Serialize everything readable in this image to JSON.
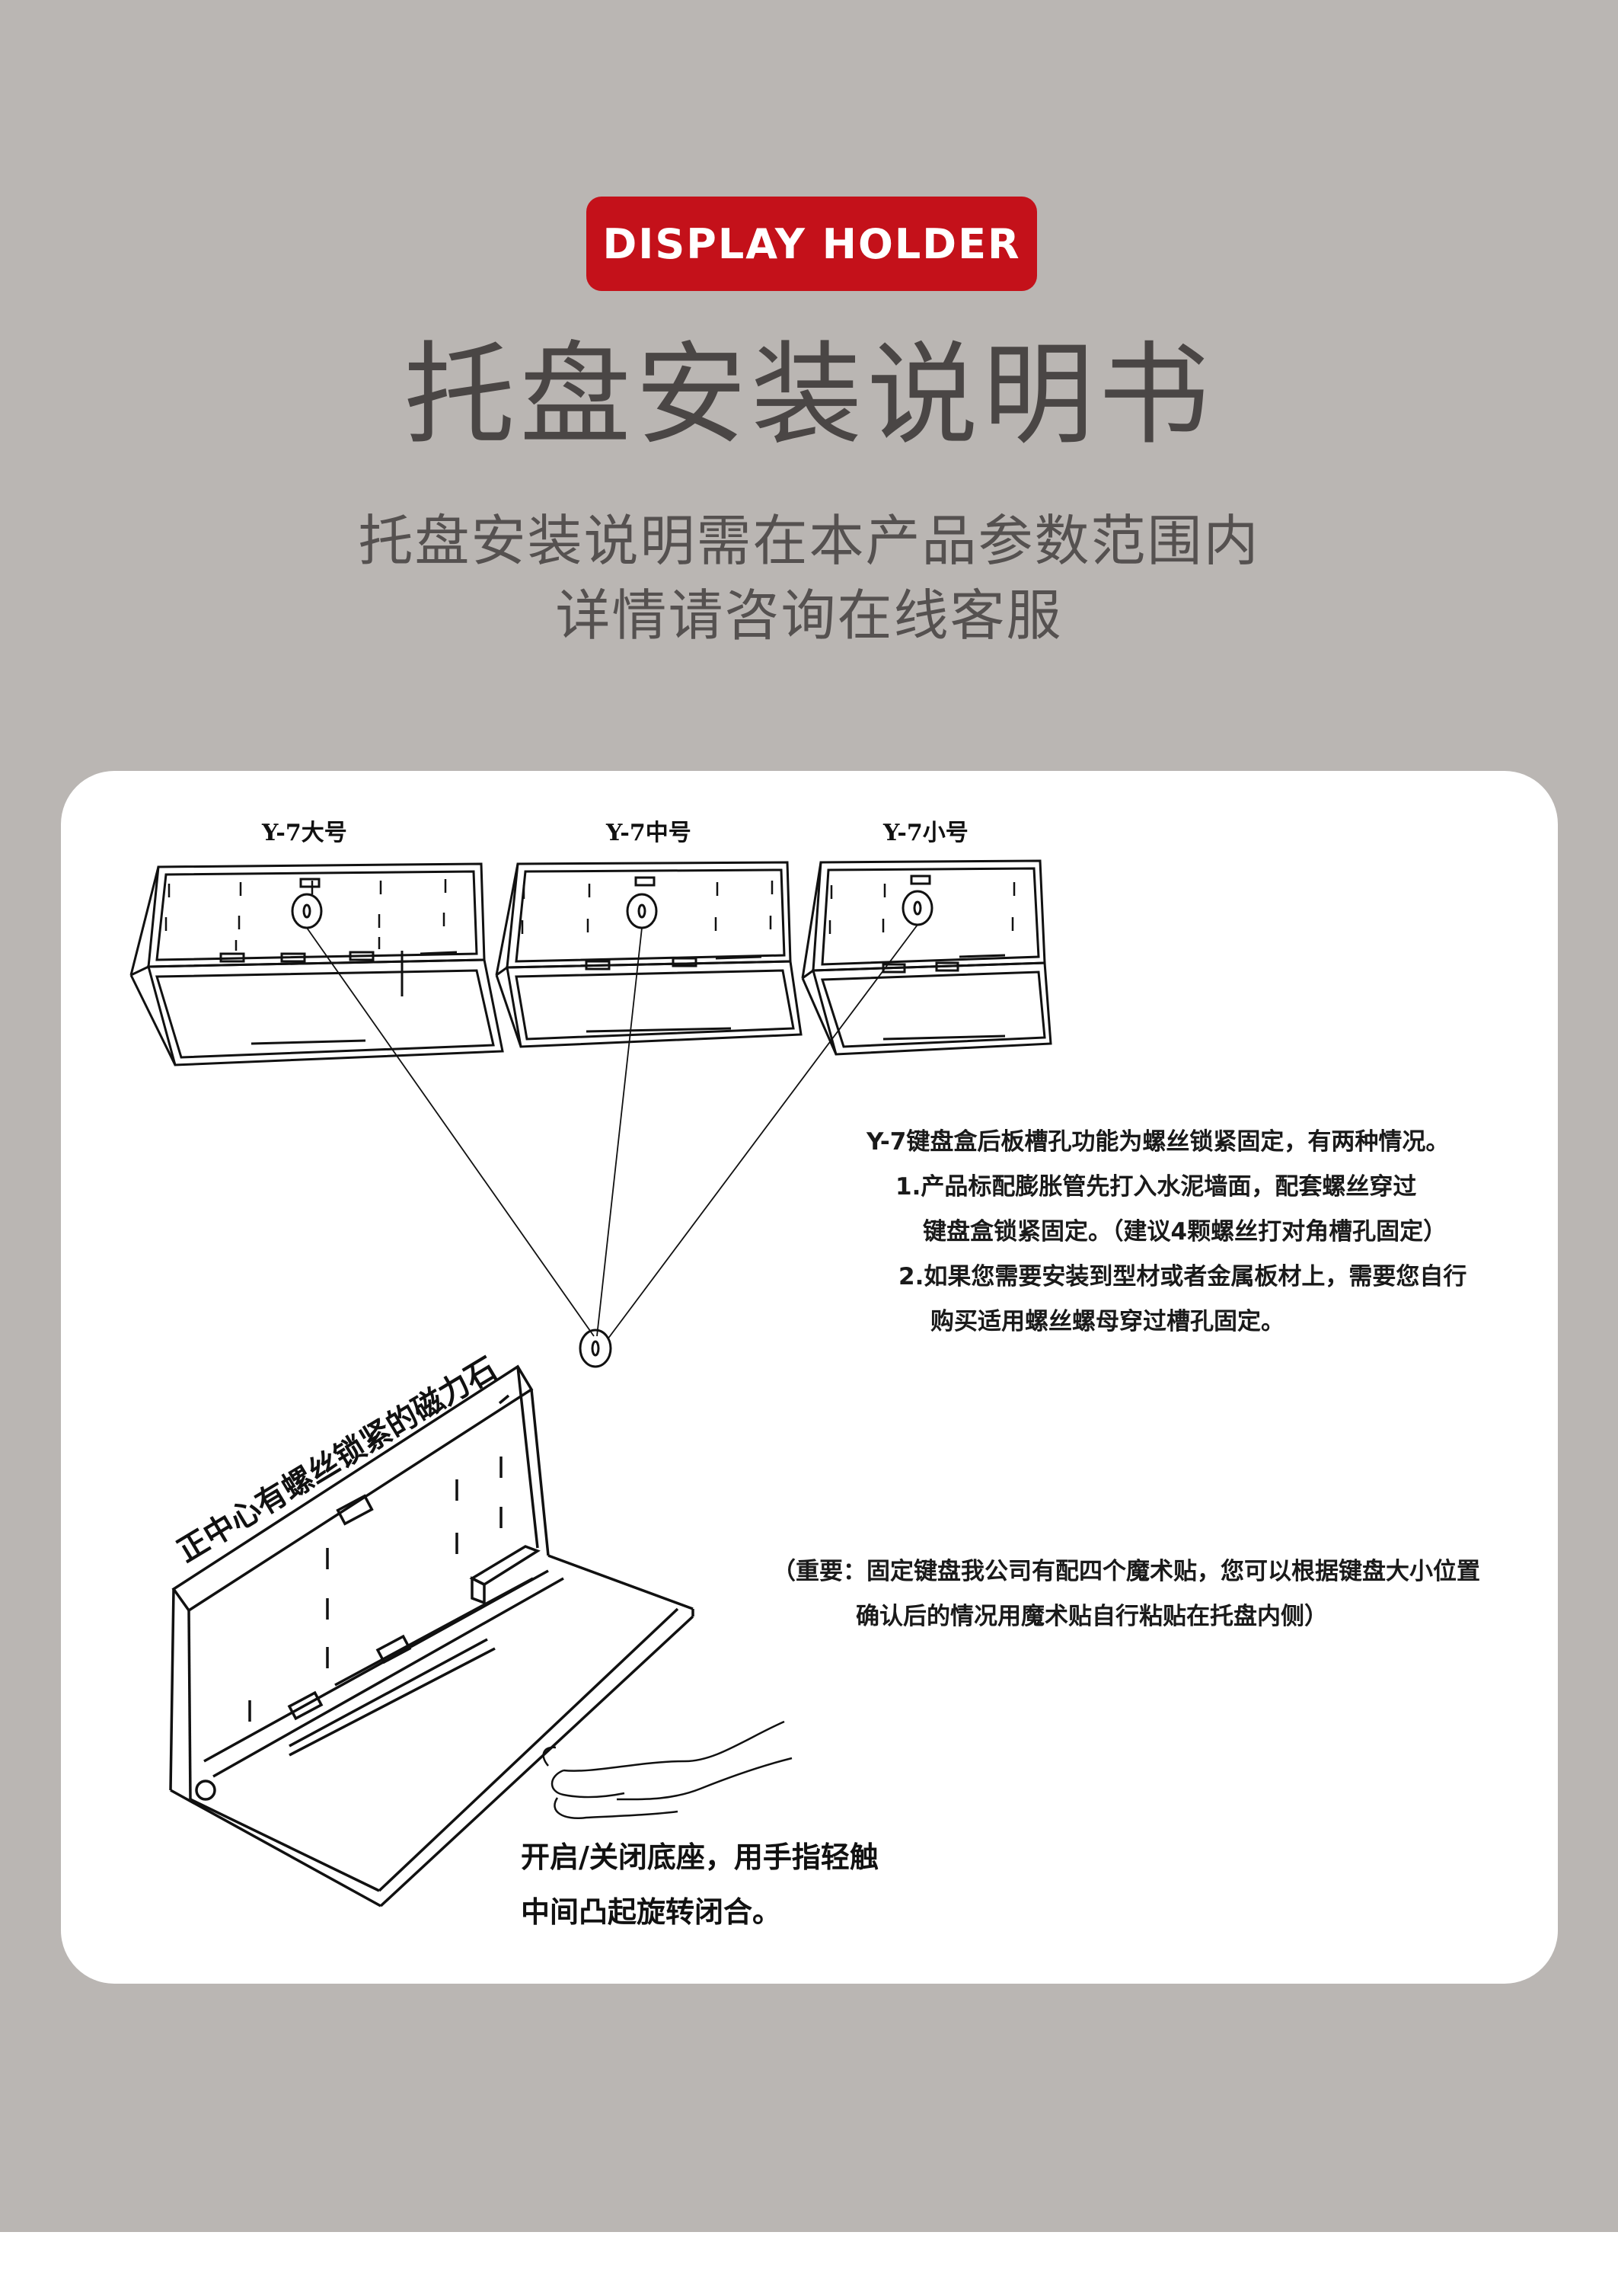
{
  "badge": "DISPLAY HOLDER",
  "title": "托盘安装说明书",
  "subtitle": [
    "托盘安装说明需在本产品参数范围内",
    "详情请咨询在线客服"
  ],
  "models": [
    "Y-7大号",
    "Y-7中号",
    "Y-7小号"
  ],
  "description": [
    "Y-7键盘盒后板槽孔功能为螺丝锁紧固定，有两种情况。",
    "1.产品标配膨胀管先打入水泥墙面，配套螺丝穿过",
    "键盘盒锁紧固定。（建议4颗螺丝打对角槽孔固定）",
    "2.如果您需要安装到型材或者金属板材上，需要您自行",
    "购买适用螺丝螺母穿过槽孔固定。"
  ],
  "magnet_label": "正中心有螺丝锁紧的磁力石",
  "important_note": [
    "（重要：固定键盘我公司有配四个魔术贴，您可以根据键盘大小位置",
    "确认后的情况用魔术贴自行粘贴在托盘内侧）"
  ],
  "open_close_note": [
    "开启/关闭底座，用手指轻触",
    "中间凸起旋转闭合。"
  ]
}
